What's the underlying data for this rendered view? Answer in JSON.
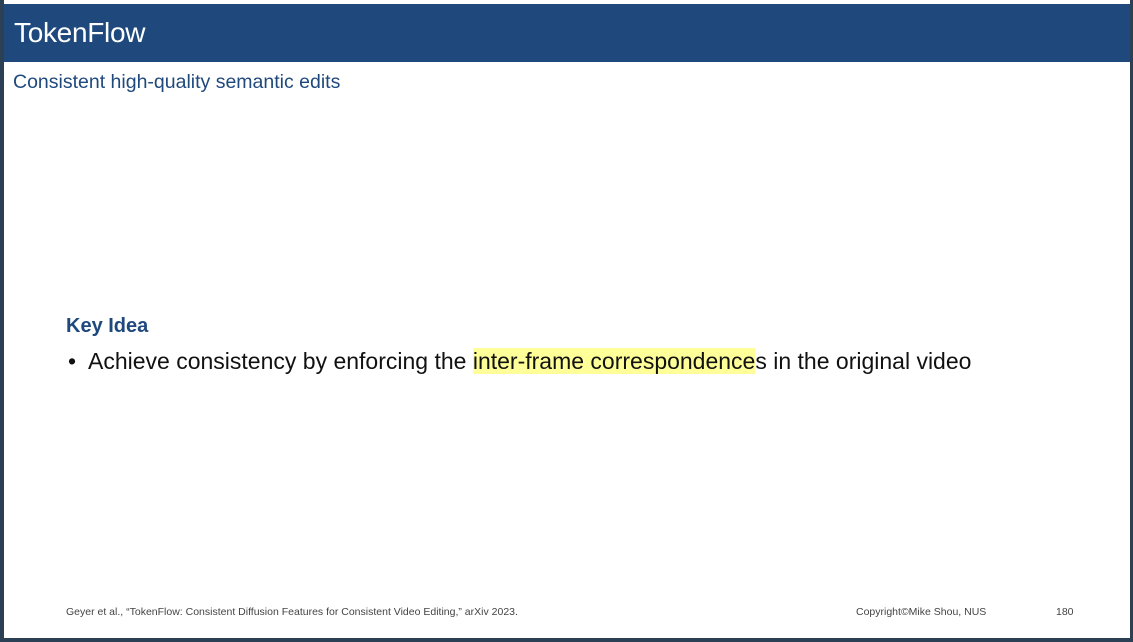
{
  "slide": {
    "title": "TokenFlow",
    "subtitle": "Consistent high-quality semantic edits",
    "section_heading": "Key Idea",
    "bullet": {
      "marker": "•",
      "text_before": "Achieve consistency by enforcing the ",
      "highlight": "inter-frame correspondence",
      "highlight_tail": "s",
      "text_after": " in the original video"
    },
    "highlight_color": "#ffff99",
    "title_bar_color": "#1f497d"
  },
  "footer": {
    "citation": "Geyer et al., “TokenFlow: Consistent Diffusion Features for Consistent Video Editing,” arXiv 2023.",
    "copyright": "Copyright©Mike Shou, NUS",
    "page_number": "180"
  }
}
